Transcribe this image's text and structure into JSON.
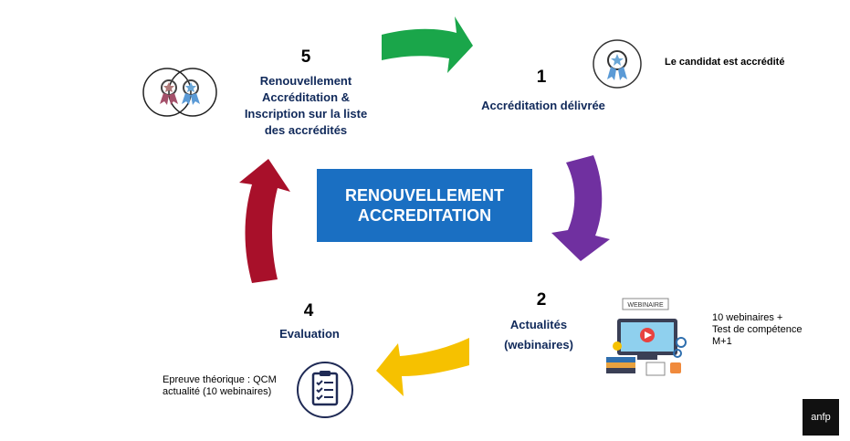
{
  "center": {
    "line1": "RENOUVELLEMENT",
    "line2": "ACCREDITATION"
  },
  "steps": [
    {
      "num": "1",
      "label": "Accréditation délivrée"
    },
    {
      "num": "2",
      "label_line1": "Actualités",
      "label_line2": "(webinaires)"
    },
    {
      "num": "4",
      "label": "Evaluation"
    },
    {
      "num": "5",
      "label_line1": "Renouvellement",
      "label_line2": "Accréditation &",
      "label_line3": "Inscription sur la liste",
      "label_line4": "des accrédités"
    }
  ],
  "notes": {
    "accredited": "Le candidat est accrédité",
    "webinar_line1": "10 webinaires  +",
    "webinar_line2": "Test de compétence",
    "webinar_line3": "M+1",
    "exam_line1": "Epreuve théorique : QCM",
    "exam_line2": "actualité (10 webinaires)"
  },
  "webinar_badge": "WEBINAIRE",
  "logo": "anfp",
  "icons": [
    "medal-icon",
    "double-medal-icon",
    "webinar-illustration-icon",
    "checklist-icon",
    "arrow-right-icon",
    "arrow-down-icon",
    "arrow-left-icon",
    "arrow-up-icon"
  ],
  "colors": {
    "center_box": "#1a6fc2",
    "arrow_green": "#1aa64a",
    "arrow_purple": "#7030a0",
    "arrow_yellow": "#f6c100",
    "arrow_red": "#a8102a",
    "step_text": "#10295a"
  }
}
